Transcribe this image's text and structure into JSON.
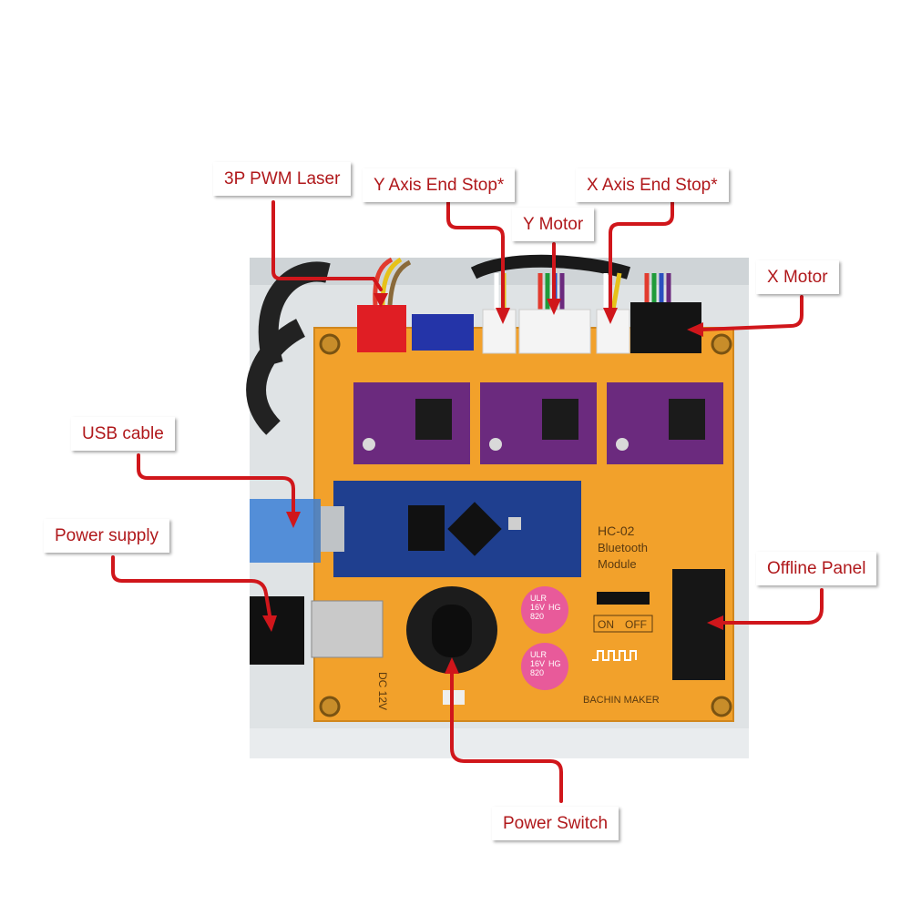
{
  "colors": {
    "callout_text": "#b0181b",
    "leader_line": "#d0161b",
    "board": "#f2a12b",
    "driver": "#6b2a7e",
    "arduino": "#1f3f8f"
  },
  "callouts": {
    "laser": "3P PWM Laser",
    "y_endstop": "Y Axis End Stop*",
    "y_motor": "Y Motor",
    "x_endstop": "X Axis End Stop*",
    "x_motor": "X Motor",
    "usb": "USB cable",
    "power_supply": "Power supply",
    "offline_panel": "Offline Panel",
    "power_switch": "Power Switch"
  },
  "board": {
    "bt_title": "HC-02",
    "bt_line1": "Bluetooth",
    "bt_line2": "Module",
    "on": "ON",
    "off": "OFF",
    "dc": "DC 12V",
    "brand": "BACHIN MAKER",
    "cap_top_1": "ULR",
    "cap_top_2": "16V",
    "cap_top_3": "820",
    "cap_top_4": "HG",
    "cap_bot_1": "ULR",
    "cap_bot_2": "16V",
    "cap_bot_3": "820",
    "cap_bot_4": "HG"
  }
}
